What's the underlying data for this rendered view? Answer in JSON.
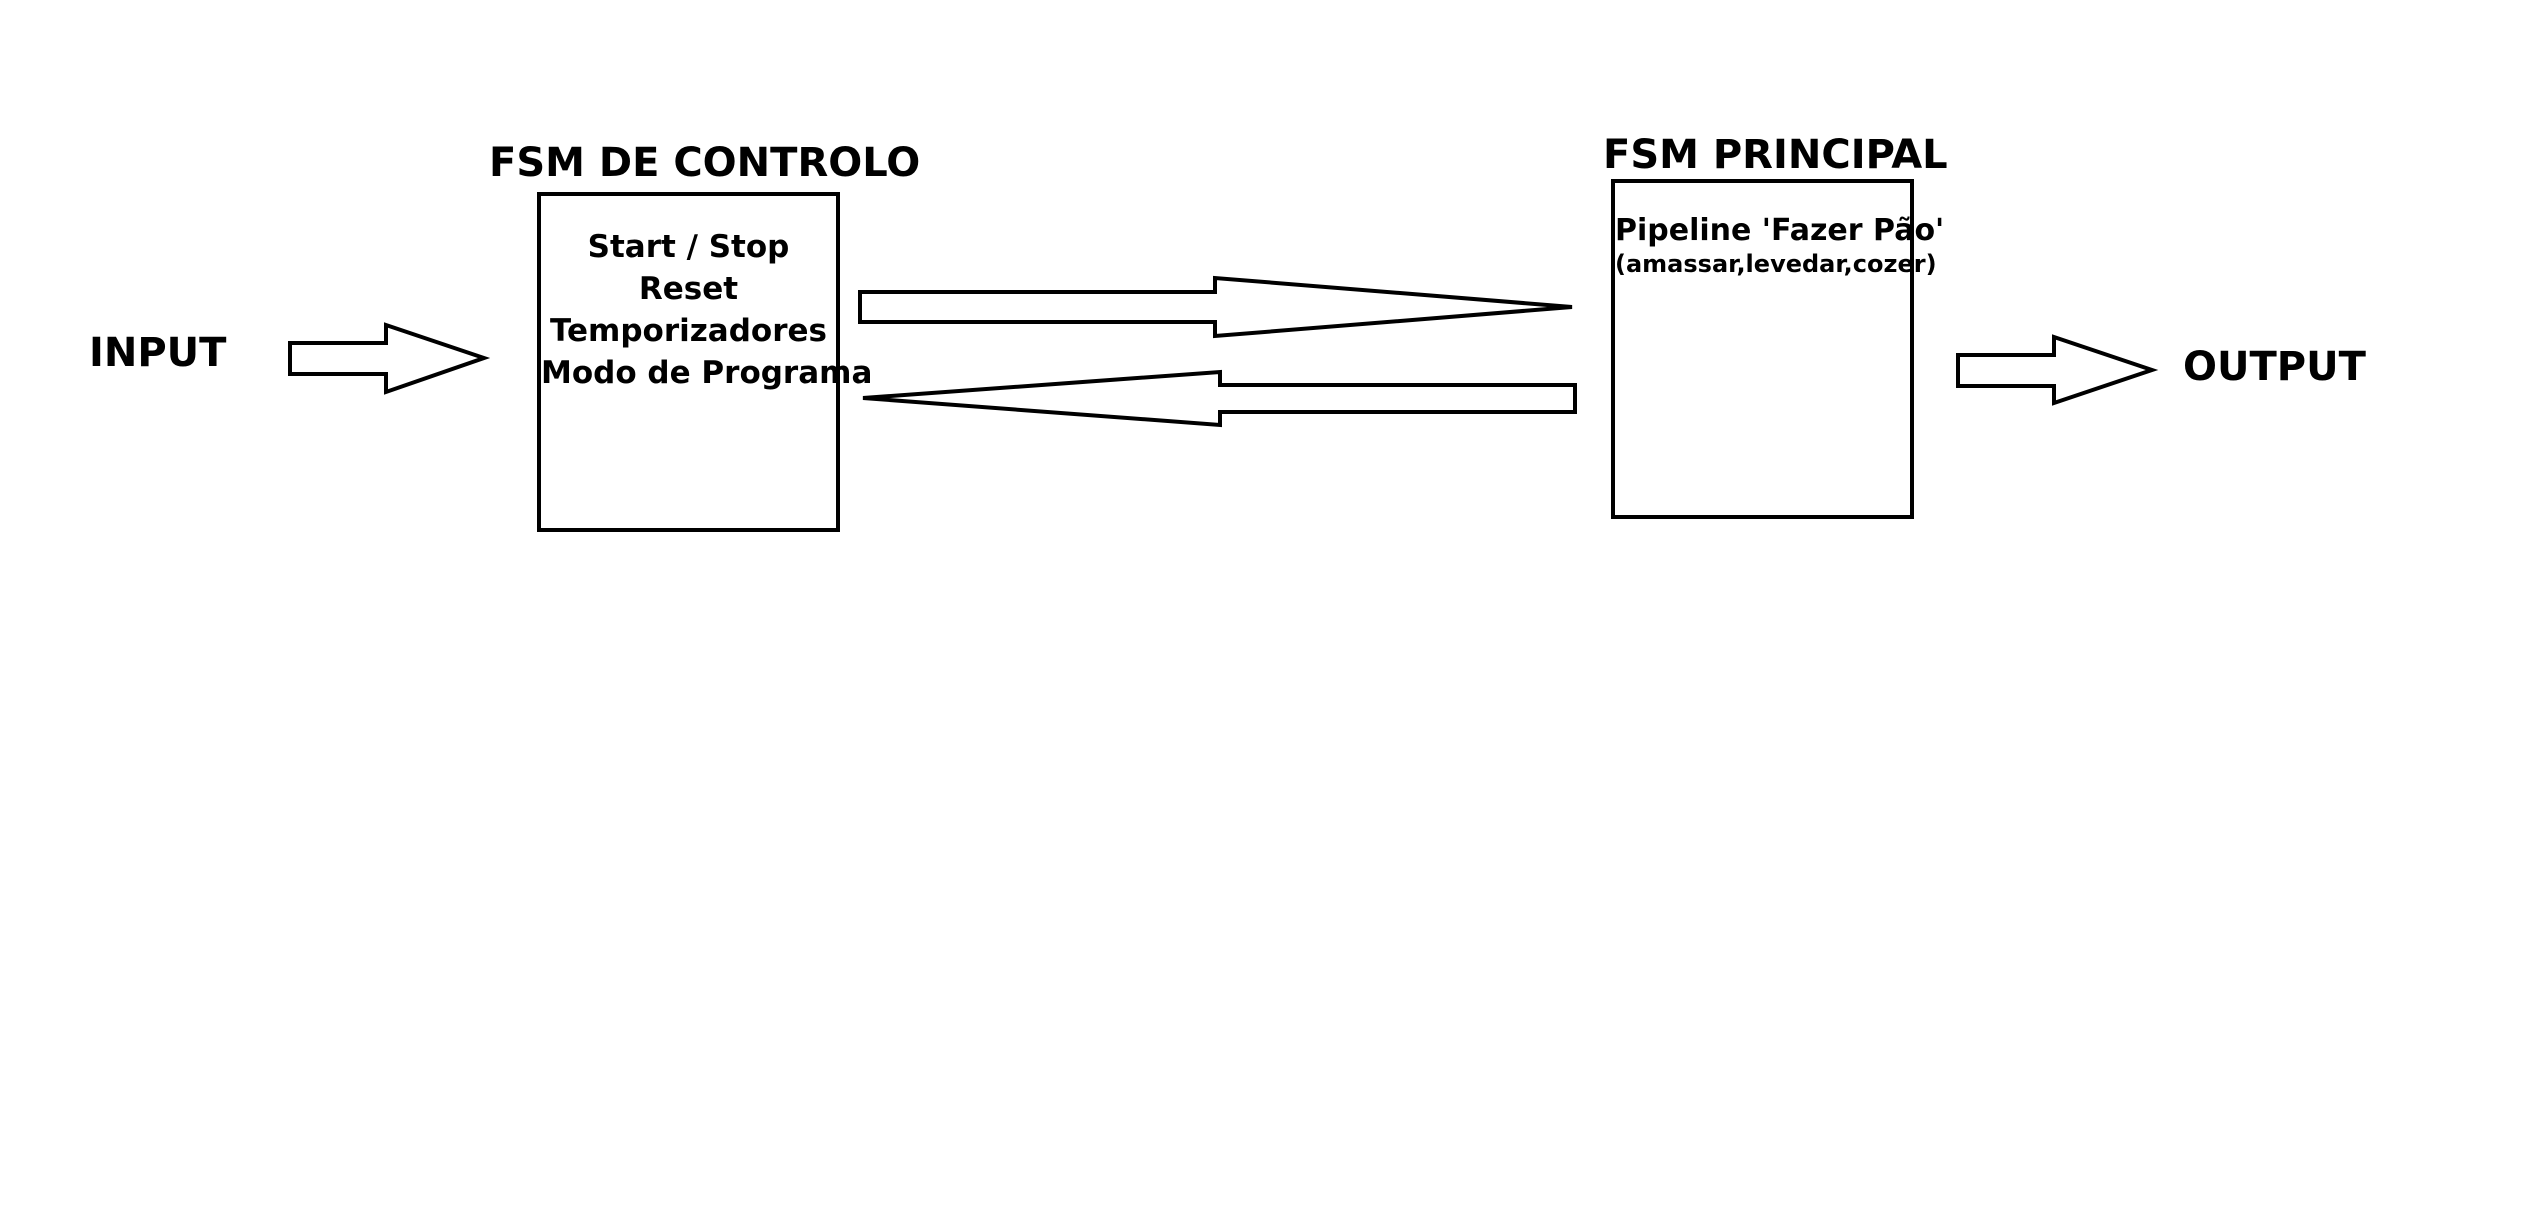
{
  "input_label": "INPUT",
  "output_label": "OUTPUT",
  "control_fsm": {
    "title": "FSM DE CONTROLO",
    "items": [
      "Start / Stop",
      "Reset",
      "Temporizadores",
      "Modo de Programa"
    ]
  },
  "principal_fsm": {
    "title": "FSM PRINCIPAL",
    "line": "Pipeline 'Fazer Pão'",
    "subline": "(amassar,levedar,cozer)"
  },
  "colors": {
    "stroke": "#000000",
    "background": "#ffffff"
  }
}
